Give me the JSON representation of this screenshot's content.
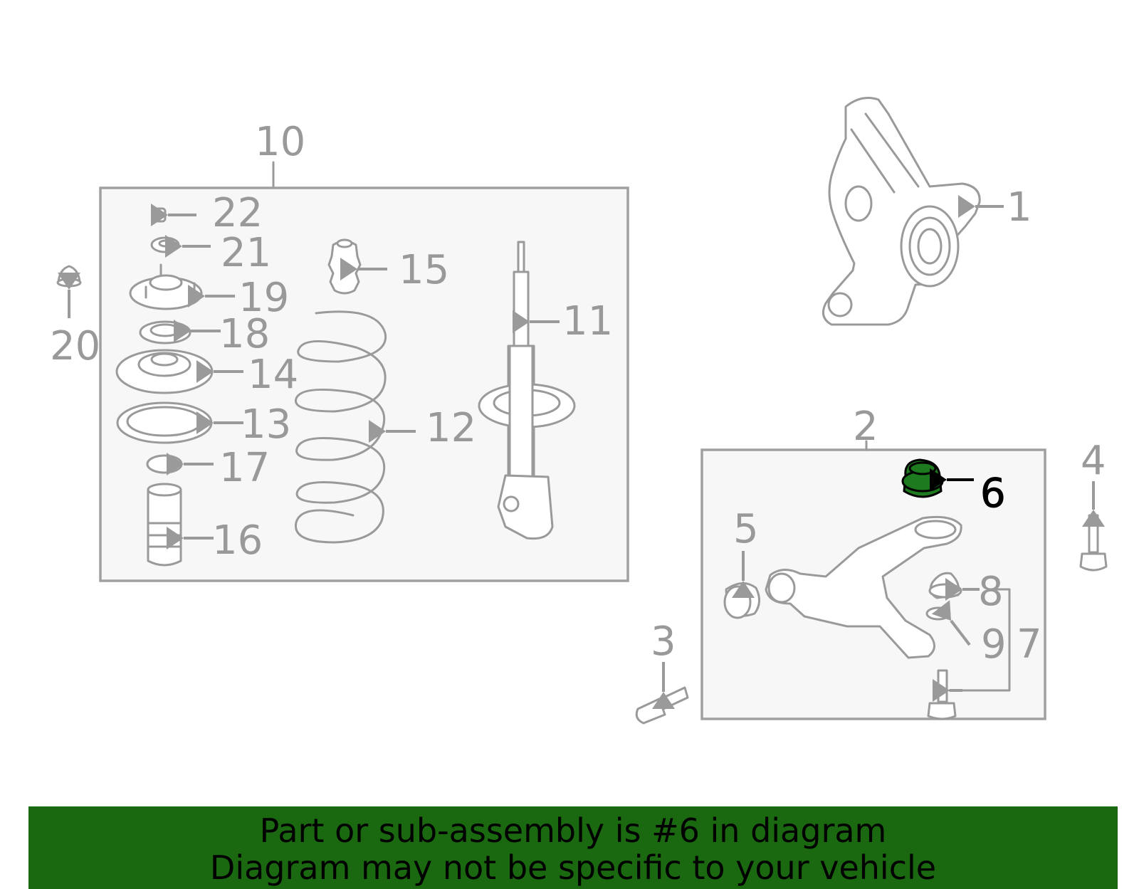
{
  "diagram": {
    "highlight_color": "#1a680f",
    "callouts": {
      "c1": "1",
      "c2": "2",
      "c3": "3",
      "c4": "4",
      "c5": "5",
      "c6": "6",
      "c7": "7",
      "c8": "8",
      "c9": "9",
      "c10": "10",
      "c11": "11",
      "c12": "12",
      "c13": "13",
      "c14": "14",
      "c15": "15",
      "c16": "16",
      "c17": "17",
      "c18": "18",
      "c19": "19",
      "c20": "20",
      "c21": "21",
      "c22": "22"
    },
    "highlighted_callout": "6"
  },
  "banner": {
    "line1": "Part or sub-assembly is #6 in diagram",
    "line2": "Diagram may not be specific to your vehicle"
  }
}
